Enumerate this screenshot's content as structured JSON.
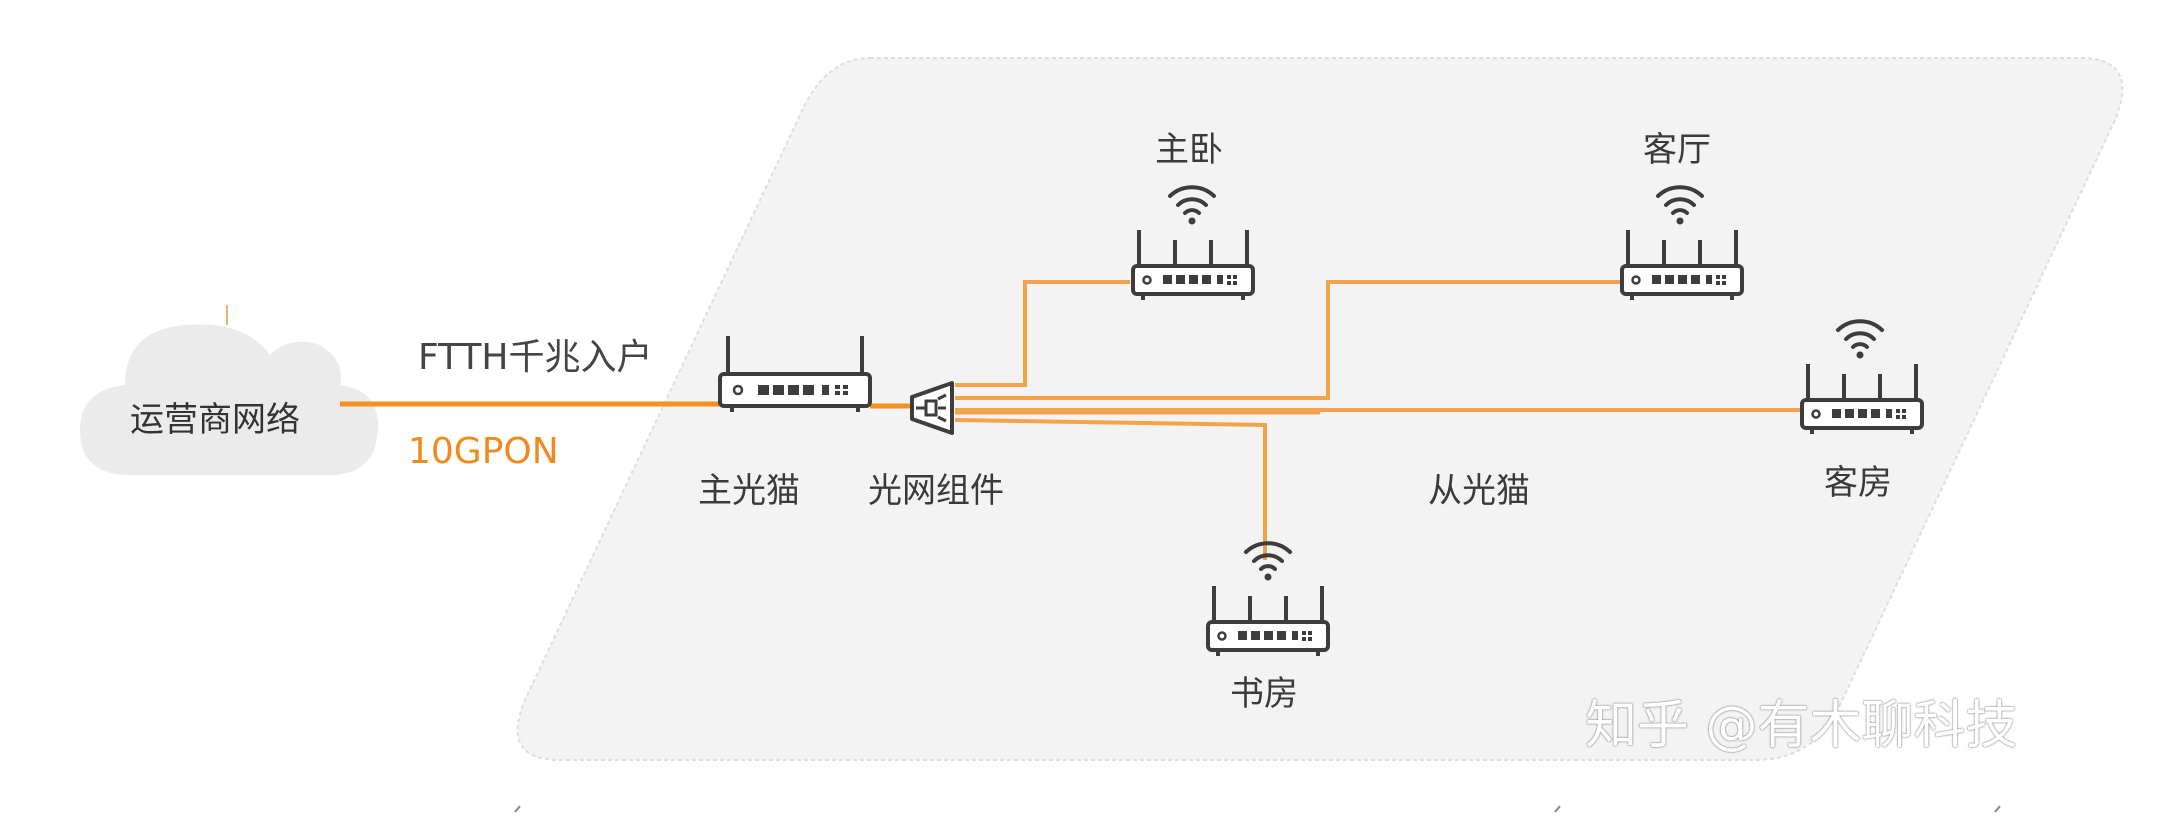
{
  "labels": {
    "cloud": "运营商网络",
    "ftth": "FTTH千兆入户",
    "pon": "10GPON",
    "main_modem": "主光猫",
    "optical_component": "光网组件",
    "master_bedroom": "主卧",
    "living_room": "客厅",
    "guest_room": "客房",
    "study": "书房",
    "sub_modem": "从光猫",
    "watermark": "知乎 @有木聊科技"
  },
  "colors": {
    "fiber_line": "#f5a34a",
    "fiber_line_strong": "#f39220",
    "panel_fill": "#f3f3f3",
    "cloud_fill": "#ebebeb",
    "device_stroke": "#3d3d3d",
    "label_text": "#333333",
    "pon_text": "#f08a1c"
  },
  "icons": {
    "cloud": "cloud-icon",
    "router": "router-icon",
    "wifi": "wifi-icon",
    "splitter": "splitter-icon"
  }
}
